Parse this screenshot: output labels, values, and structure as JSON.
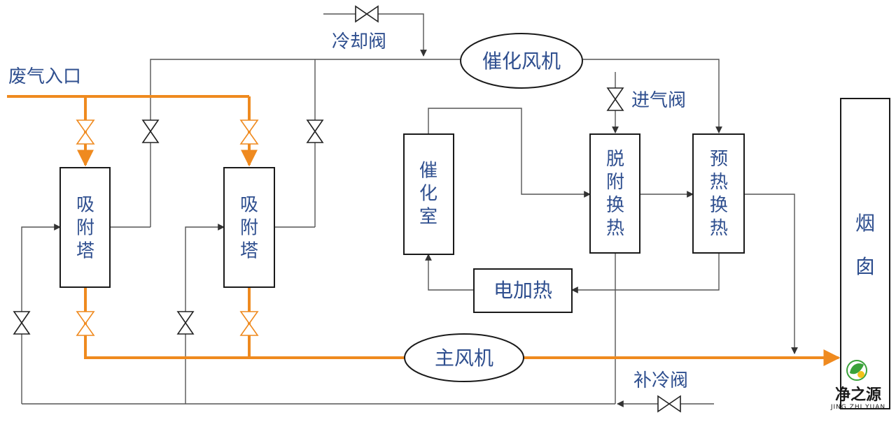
{
  "labels": {
    "exhaust_inlet": "废气入口",
    "cooling_valve": "冷却阀",
    "catalytic_fan": "催化风机",
    "inlet_valve": "进气阀",
    "adsorption_tower": "吸附塔",
    "catalytic_chamber": "催化室",
    "desorption_hx": "脱附换热",
    "preheat_hx": "预热换热",
    "electric_heater": "电加热",
    "main_fan": "主风机",
    "makeup_cold_valve": "补冷阀",
    "chimney": "烟囱"
  },
  "logo": {
    "name": "净之源",
    "subtitle": "JING ZHI YUAN"
  },
  "colors": {
    "orange_line": "#ef8a1f",
    "thin_line": "#555555",
    "box_stroke": "#1a1a1a",
    "text": "#2f4f8f",
    "logo_green": "#3aa23a",
    "logo_yellow": "#f2c21a"
  }
}
